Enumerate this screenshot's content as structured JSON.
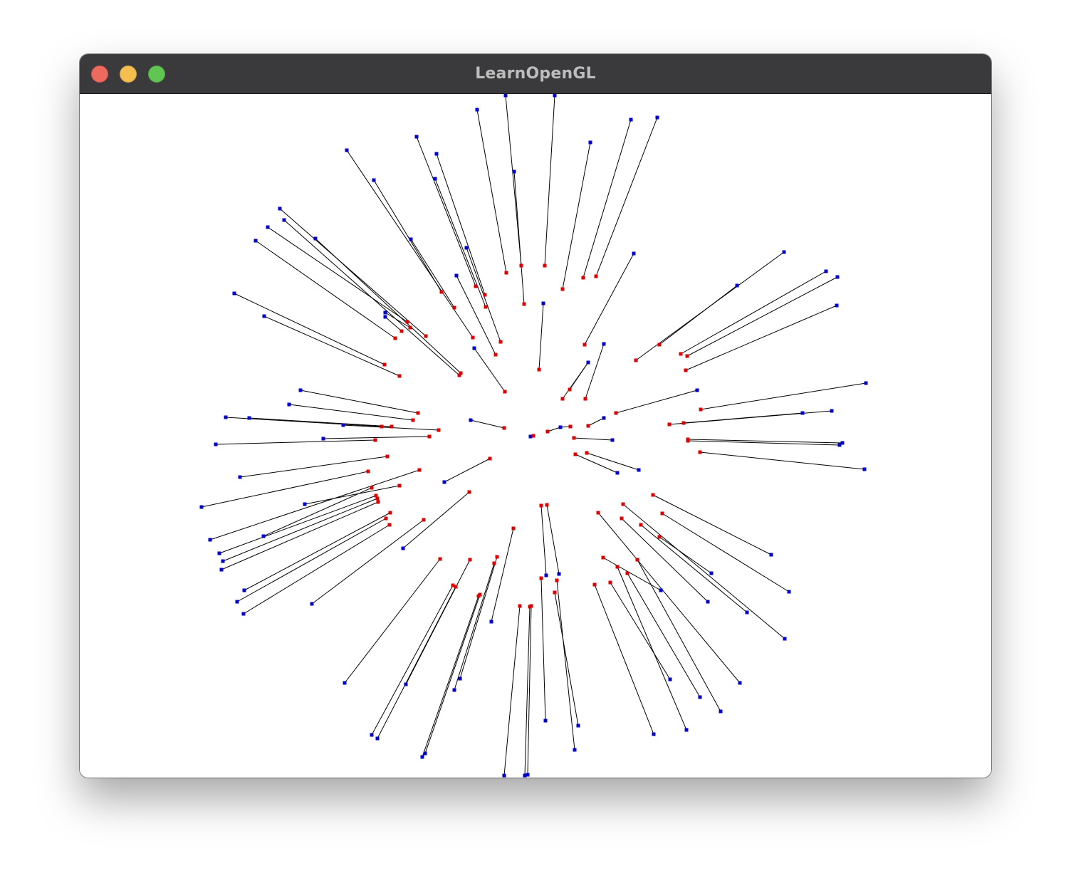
{
  "window": {
    "title": "LearnOpenGL"
  },
  "scene": {
    "background_color": "#ffffff",
    "line_color": "#000000",
    "start_point_color": "#dd0000",
    "end_point_color": "#0000cc",
    "segments": [
      [
        711,
        383,
        670,
        154
      ],
      [
        732,
        373,
        710,
        134
      ],
      [
        765,
        373,
        779,
        134
      ],
      [
        790,
        406,
        829,
        200
      ],
      [
        819,
        390,
        886,
        168
      ],
      [
        837,
        388,
        923,
        165
      ],
      [
        736,
        427,
        722,
        241
      ],
      [
        757,
        519,
        763,
        426
      ],
      [
        821,
        484,
        890,
        356
      ],
      [
        926,
        484,
        1035,
        401
      ],
      [
        893,
        506,
        1101,
        354
      ],
      [
        956,
        497,
        1160,
        381
      ],
      [
        965,
        500,
        1176,
        389
      ],
      [
        963,
        520,
        1175,
        429
      ],
      [
        822,
        560,
        848,
        483
      ],
      [
        790,
        560,
        826,
        509
      ],
      [
        800,
        547,
        826,
        509
      ],
      [
        865,
        580,
        979,
        548
      ],
      [
        984,
        575,
        1216,
        538
      ],
      [
        960,
        594,
        1127,
        580
      ],
      [
        940,
        596,
        1168,
        577
      ],
      [
        966,
        617,
        1183,
        622
      ],
      [
        966,
        619,
        1179,
        625
      ],
      [
        983,
        635,
        1214,
        659
      ],
      [
        826,
        598,
        848,
        587
      ],
      [
        801,
        599,
        787,
        600
      ],
      [
        769,
        606,
        787,
        600
      ],
      [
        749,
        612,
        745,
        613
      ],
      [
        806,
        615,
        860,
        618
      ],
      [
        808,
        638,
        867,
        664
      ],
      [
        824,
        636,
        897,
        660
      ],
      [
        917,
        695,
        1083,
        779
      ],
      [
        930,
        721,
        1108,
        831
      ],
      [
        926,
        754,
        999,
        805
      ],
      [
        900,
        737,
        1049,
        860
      ],
      [
        875,
        708,
        1102,
        897
      ],
      [
        873,
        728,
        994,
        845
      ],
      [
        840,
        720,
        1039,
        959
      ],
      [
        895,
        786,
        1012,
        999
      ],
      [
        881,
        805,
        983,
        979
      ],
      [
        867,
        796,
        964,
        1025
      ],
      [
        857,
        818,
        941,
        954
      ],
      [
        847,
        783,
        928,
        829
      ],
      [
        835,
        821,
        918,
        1031
      ],
      [
        768,
        709,
        785,
        806
      ],
      [
        760,
        710,
        767,
        808
      ],
      [
        782,
        815,
        807,
        1053
      ],
      [
        779,
        832,
        812,
        1019
      ],
      [
        760,
        812,
        766,
        1012
      ],
      [
        746,
        851,
        741,
        1088
      ],
      [
        744,
        852,
        737,
        1089
      ],
      [
        730,
        851,
        708,
        1089
      ],
      [
        721,
        742,
        690,
        873
      ],
      [
        698,
        782,
        646,
        953
      ],
      [
        694,
        791,
        638,
        969
      ],
      [
        674,
        835,
        597,
        1058
      ],
      [
        672,
        837,
        593,
        1063
      ],
      [
        660,
        786,
        570,
        961
      ],
      [
        640,
        824,
        530,
        1037
      ],
      [
        636,
        822,
        522,
        1032
      ],
      [
        618,
        785,
        484,
        959
      ],
      [
        659,
        691,
        566,
        770
      ],
      [
        595,
        730,
        438,
        848
      ],
      [
        688,
        644,
        624,
        677
      ],
      [
        548,
        720,
        343,
        829
      ],
      [
        542,
        728,
        333,
        845
      ],
      [
        547,
        737,
        342,
        862
      ],
      [
        531,
        705,
        311,
        800
      ],
      [
        530,
        700,
        313,
        788
      ],
      [
        528,
        696,
        308,
        777
      ],
      [
        522,
        685,
        370,
        753
      ],
      [
        561,
        682,
        428,
        708
      ],
      [
        589,
        660,
        295,
        758
      ],
      [
        517,
        662,
        283,
        712
      ],
      [
        544,
        641,
        337,
        670
      ],
      [
        527,
        618,
        303,
        624
      ],
      [
        603,
        613,
        454,
        616
      ],
      [
        616,
        604,
        482,
        597
      ],
      [
        550,
        599,
        350,
        587
      ],
      [
        536,
        599,
        317,
        586
      ],
      [
        580,
        590,
        406,
        568
      ],
      [
        587,
        580,
        422,
        548
      ],
      [
        708,
        601,
        661,
        590
      ],
      [
        709,
        550,
        666,
        489
      ],
      [
        696,
        498,
        641,
        387
      ],
      [
        703,
        480,
        655,
        348
      ],
      [
        682,
        431,
        611,
        251
      ],
      [
        681,
        414,
        613,
        216
      ],
      [
        668,
        402,
        585,
        192
      ],
      [
        638,
        432,
        577,
        336
      ],
      [
        620,
        410,
        525,
        253
      ],
      [
        664,
        474,
        487,
        211
      ],
      [
        647,
        524,
        443,
        335
      ],
      [
        645,
        527,
        399,
        309
      ],
      [
        598,
        472,
        393,
        293
      ],
      [
        572,
        452,
        376,
        319
      ],
      [
        576,
        460,
        541,
        439
      ],
      [
        564,
        465,
        541,
        445
      ],
      [
        555,
        475,
        359,
        338
      ],
      [
        540,
        512,
        329,
        412
      ],
      [
        561,
        528,
        371,
        444
      ]
    ]
  }
}
